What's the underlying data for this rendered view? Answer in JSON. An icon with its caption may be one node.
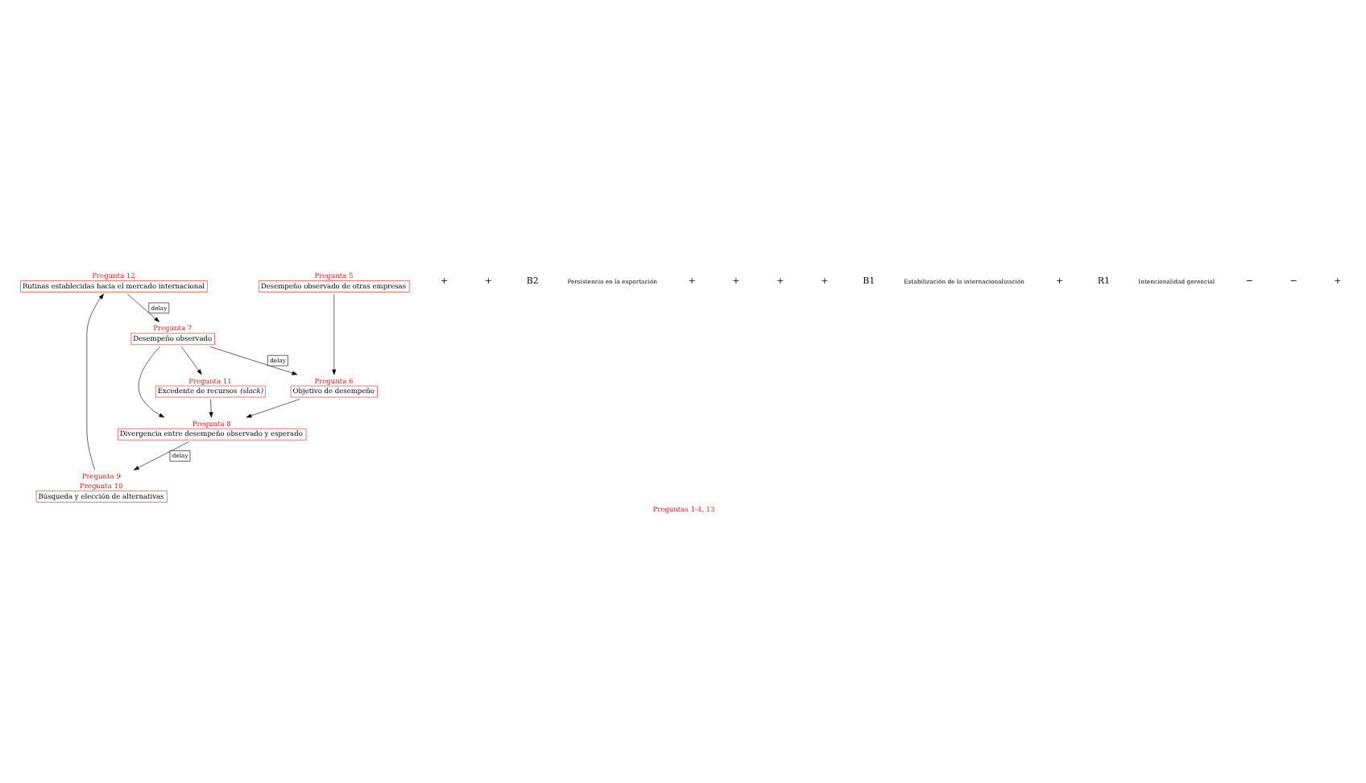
{
  "diagram": {
    "caption": "Preguntas 1-4, 13",
    "nodes": [
      {
        "text": [
          "Rutinas establecidas hacia el mercado internacional"
        ],
        "beside": [
          "Pregunta 12"
        ]
      },
      {
        "text": [
          "Desempeño observado de otras empresas"
        ],
        "beside": [
          "Pregunta 5"
        ]
      },
      {
        "text": [
          "Desempeño observado"
        ],
        "beside": [
          "Pregunta 7"
        ]
      },
      {
        "text": [
          "Búsqueda y elección de alternativas"
        ],
        "beside": [
          "Pregunta 9",
          "Pregunta 10"
        ]
      },
      {
        "text": [
          "Excedente de recursos *(slack)*"
        ],
        "beside": [
          "Pregunta 11"
        ]
      },
      {
        "text": [
          "Objetivo de desempeño"
        ],
        "beside": [
          "Pregunta 6"
        ]
      },
      {
        "text": [
          "Divergencia entre desempeño observado y esperado"
        ],
        "beside": [
          "Pregunta 8"
        ]
      }
    ],
    "edges": [
      {
        "from": 3,
        "to": 0,
        "arrow": "to"
      },
      {
        "from": 0,
        "to": 2,
        "arrow": "to",
        "label": "delay"
      },
      {
        "from": 2,
        "to": 4,
        "arrow": "to"
      },
      {
        "from": 4,
        "to": 6,
        "arrow": "to"
      },
      {
        "from": 2,
        "to": 6,
        "arrow": "to"
      },
      {
        "from": 2,
        "to": 5,
        "arrow": "to",
        "label": "delay"
      },
      {
        "from": 1,
        "to": 5,
        "arrow": "to"
      },
      {
        "from": 5,
        "to": 6,
        "arrow": "to"
      },
      {
        "from": 6,
        "to": 3,
        "arrow": "to",
        "label": "delay"
      }
    ],
    "labels": [
      "+",
      "+",
      "B2",
      "Persistencia en la exportación",
      "+",
      "+",
      "+",
      "+",
      "B1",
      "Estabilización de la internacionalización",
      "+",
      "R1",
      "Intencionalidad gerencial",
      "−",
      "−",
      "+"
    ]
  }
}
